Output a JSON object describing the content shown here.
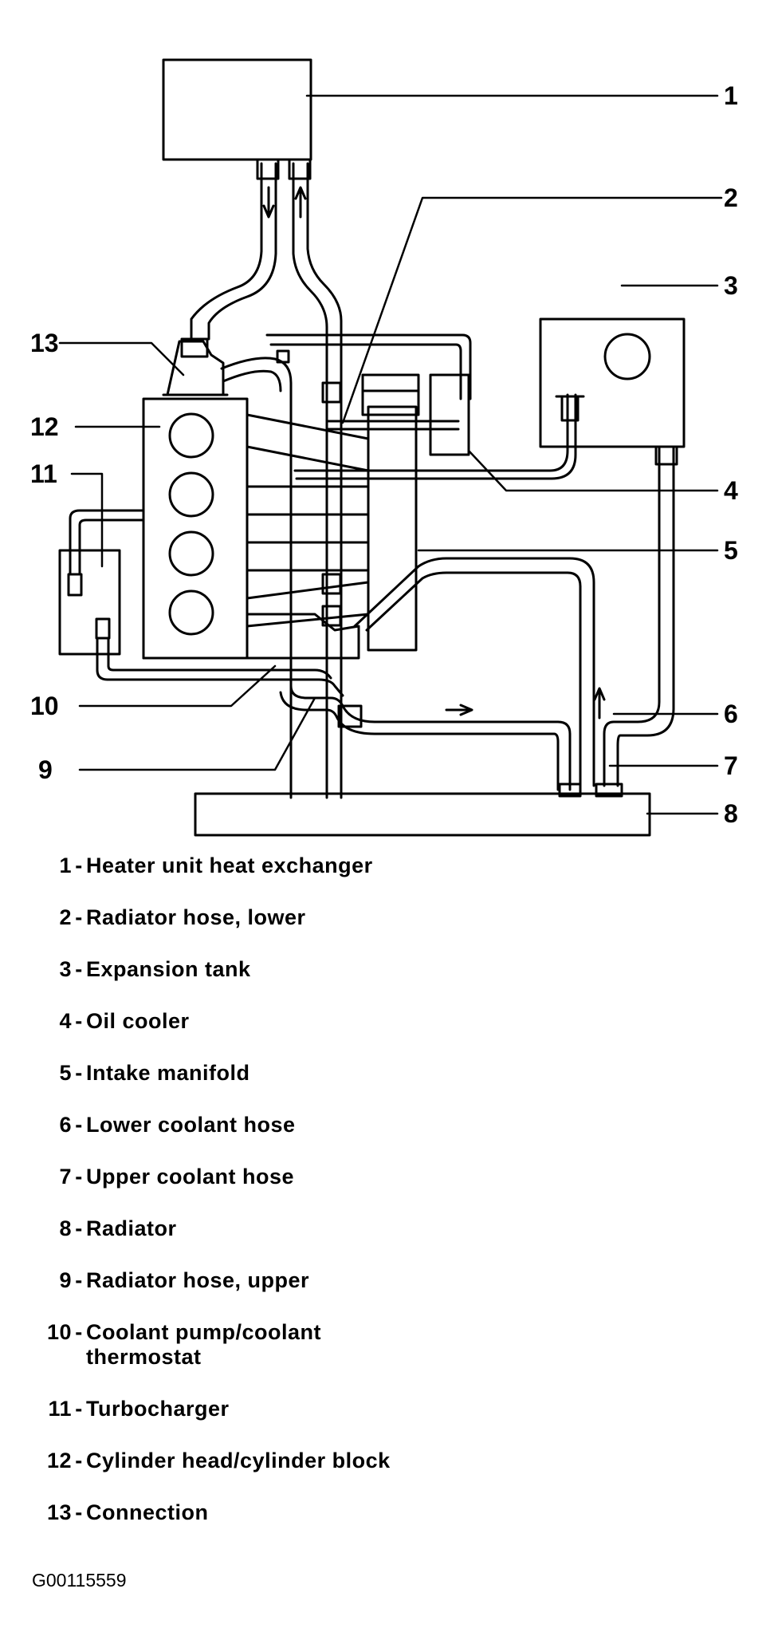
{
  "callouts": [
    "1",
    "2",
    "3",
    "4",
    "5",
    "6",
    "7",
    "8",
    "9",
    "10",
    "11",
    "12",
    "13"
  ],
  "legend": [
    {
      "num": "1",
      "text": "Heater unit heat exchanger"
    },
    {
      "num": "2",
      "text": "Radiator hose, lower"
    },
    {
      "num": "3",
      "text": "Expansion tank"
    },
    {
      "num": "4",
      "text": "Oil cooler"
    },
    {
      "num": "5",
      "text": "Intake manifold"
    },
    {
      "num": "6",
      "text": "Lower coolant hose"
    },
    {
      "num": "7",
      "text": "Upper coolant hose"
    },
    {
      "num": "8",
      "text": "Radiator"
    },
    {
      "num": "9",
      "text": "Radiator hose, upper"
    },
    {
      "num": "10",
      "text": "Coolant pump/coolant thermostat"
    },
    {
      "num": "11",
      "text": "Turbocharger"
    },
    {
      "num": "12",
      "text": "Cylinder head/cylinder block"
    },
    {
      "num": "13",
      "text": "Connection"
    }
  ],
  "figure_id": "G00115559"
}
